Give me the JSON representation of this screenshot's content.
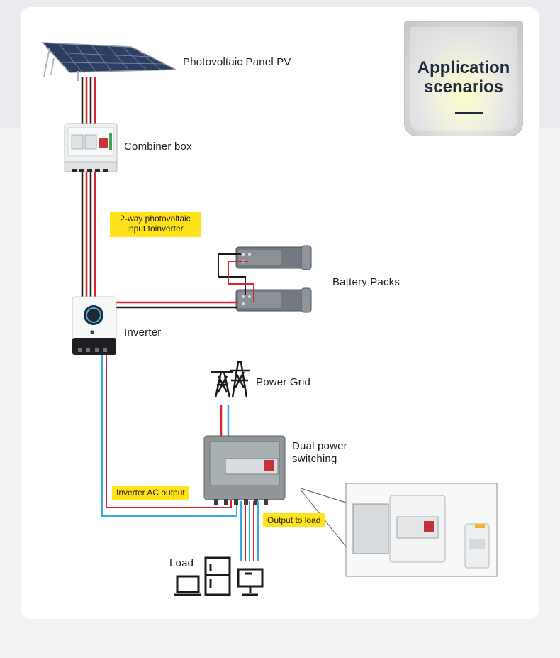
{
  "header": {
    "title_line1": "Application",
    "title_line2": "scenarios"
  },
  "nodes": {
    "pv": "Photovoltaic Panel PV",
    "combiner": "Combiner box",
    "battery": "Battery Packs",
    "inverter": "Inverter",
    "grid": "Power Grid",
    "dual_line1": "Dual power",
    "dual_line2": "switching",
    "load": "Load"
  },
  "callouts": {
    "pv_input_line1": "2-way photovoltaic",
    "pv_input_line2": "input toinverter",
    "inverter_ac": "Inverter AC output",
    "output_load": "Output to load"
  },
  "colors": {
    "accent_yellow": "#ffe21a",
    "wire_red": "#e0202a",
    "wire_blue": "#3aa6e6",
    "wire_black": "#1a1a1a"
  },
  "icons": [
    "solar-panel-icon",
    "combiner-box-icon",
    "battery-pack-icon",
    "inverter-icon",
    "power-tower-icon",
    "dual-switch-box-icon",
    "load-appliances-icon"
  ]
}
